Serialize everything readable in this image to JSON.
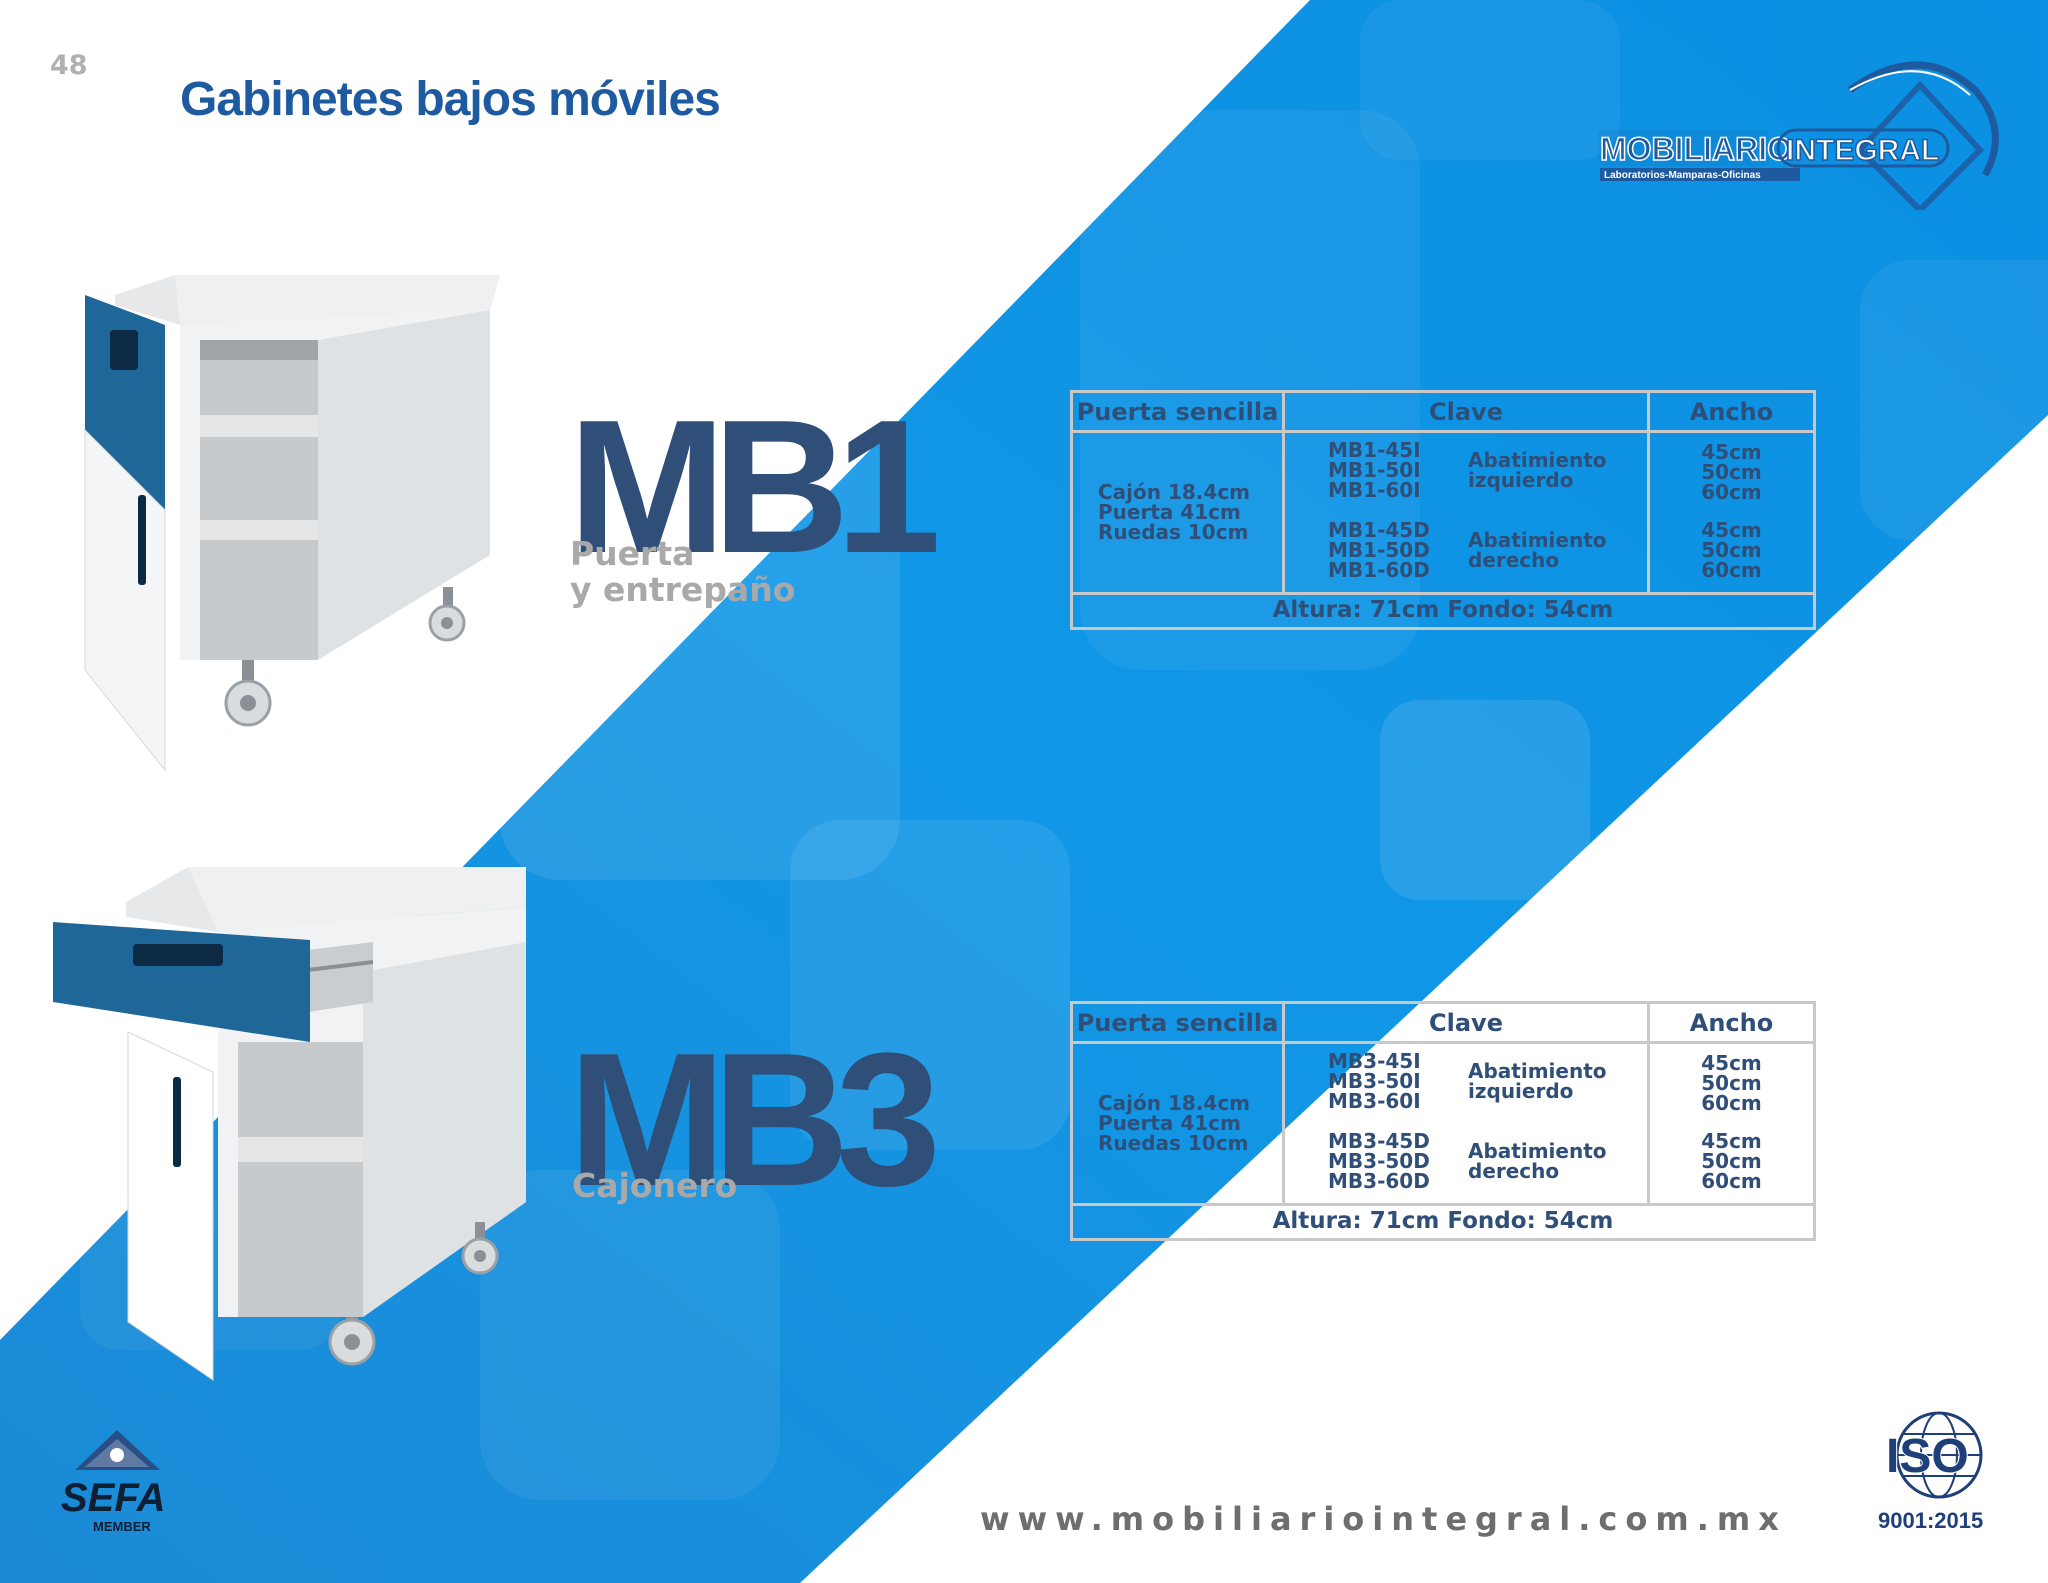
{
  "page": {
    "number": "48",
    "title": "Gabinetes bajos móviles"
  },
  "brand": {
    "name_left": "MOBILIARIO",
    "name_right": "INTEGRAL",
    "tagline": "Laboratorios-Mamparas-Oficinas"
  },
  "products": [
    {
      "code": "MB1",
      "description_lines": [
        "Puerta",
        "y entrepaño"
      ],
      "table": {
        "headers": [
          "Puerta sencilla",
          "Clave",
          "Ancho"
        ],
        "features": [
          "Cajón 18.4cm",
          "Puerta 41cm",
          "Ruedas 10cm"
        ],
        "groups": [
          {
            "codes": [
              "MB1-45I",
              "MB1-50I",
              "MB1-60I"
            ],
            "opening": [
              "Abatimiento",
              "izquierdo"
            ],
            "widths": [
              "45cm",
              "50cm",
              "60cm"
            ]
          },
          {
            "codes": [
              "MB1-45D",
              "MB1-50D",
              "MB1-60D"
            ],
            "opening": [
              "Abatimiento",
              "derecho"
            ],
            "widths": [
              "45cm",
              "50cm",
              "60cm"
            ]
          }
        ],
        "footer": "Altura: 71cm Fondo: 54cm"
      }
    },
    {
      "code": "MB3",
      "description_lines": [
        "Cajonero"
      ],
      "table": {
        "headers": [
          "Puerta sencilla",
          "Clave",
          "Ancho"
        ],
        "features": [
          "Cajón 18.4cm",
          "Puerta 41cm",
          "Ruedas 10cm"
        ],
        "groups": [
          {
            "codes": [
              "MB3-45I",
              "MB3-50I",
              "MB3-60I"
            ],
            "opening": [
              "Abatimiento",
              "izquierdo"
            ],
            "widths": [
              "45cm",
              "50cm",
              "60cm"
            ]
          },
          {
            "codes": [
              "MB3-45D",
              "MB3-50D",
              "MB3-60D"
            ],
            "opening": [
              "Abatimiento",
              "derecho"
            ],
            "widths": [
              "45cm",
              "50cm",
              "60cm"
            ]
          }
        ],
        "footer": "Altura: 71cm Fondo: 54cm"
      }
    }
  ],
  "footer": {
    "website": "www.mobiliariointegral.com.mx",
    "sefa": {
      "name": "SEFA",
      "member": "MEMBER"
    },
    "iso": {
      "mark": "ISO",
      "standard": "9001:2015"
    }
  },
  "colors": {
    "accent": "#1e5aa0",
    "model": "#2f4f78",
    "cabinet_blue": "#1f6699",
    "band_blue": "#1c8fe0"
  }
}
